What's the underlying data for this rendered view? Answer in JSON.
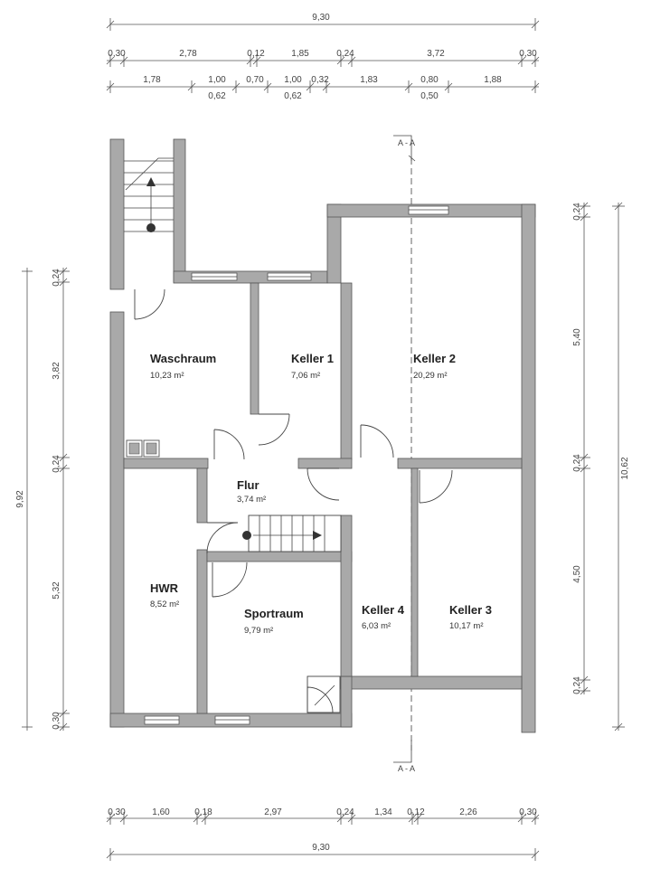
{
  "plan": {
    "section_mark": "A - A",
    "dims_top": {
      "overall": "9,30",
      "row1": [
        "0,30",
        "2,78",
        "0,12",
        "1,85",
        "0,24",
        "3,72",
        "0,30"
      ],
      "row2_upper": [
        "1,78",
        "1,00",
        "0,70",
        "1,00",
        "0,32",
        "1,83",
        "0,80",
        "1,88"
      ],
      "row2_lower": [
        "0,62",
        "0,62",
        "0,50"
      ]
    },
    "dims_bottom": {
      "row": [
        "0,30",
        "1,60",
        "0,18",
        "2,97",
        "0,24",
        "1,34",
        "0,12",
        "2,26",
        "0,30"
      ],
      "overall": "9,30"
    },
    "dims_left": {
      "overall": "9,92",
      "parts": [
        "0,24",
        "3,82",
        "0,24",
        "5,32",
        "0,30"
      ]
    },
    "dims_right": {
      "overall": "10,62",
      "parts": [
        "0,24",
        "5,40",
        "0,24",
        "4,50",
        "0,24"
      ]
    },
    "rooms": {
      "waschraum": {
        "name": "Waschraum",
        "area": "10,23 m²"
      },
      "keller1": {
        "name": "Keller 1",
        "area": "7,06 m²"
      },
      "keller2": {
        "name": "Keller 2",
        "area": "20,29 m²"
      },
      "flur": {
        "name": "Flur",
        "area": "3,74 m²"
      },
      "hwr": {
        "name": "HWR",
        "area": "8,52 m²"
      },
      "sportraum": {
        "name": "Sportraum",
        "area": "9,79 m²"
      },
      "keller4": {
        "name": "Keller 4",
        "area": "6,03 m²"
      },
      "keller3": {
        "name": "Keller 3",
        "area": "10,17 m²"
      }
    }
  }
}
